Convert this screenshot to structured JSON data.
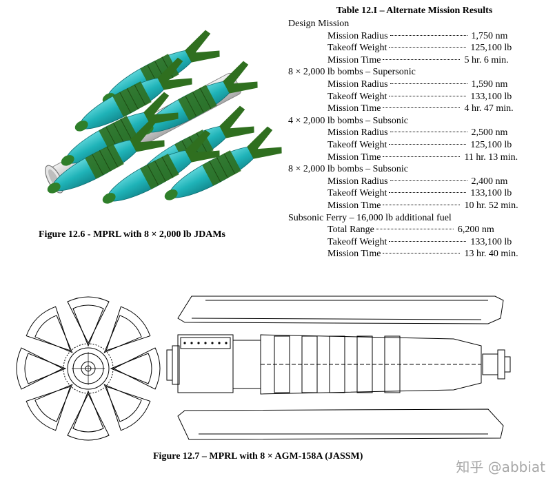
{
  "figure_top": {
    "caption": "Figure 12.6 - MPRL with 8 × 2,000 lb JDAMs",
    "colors": {
      "bomb": "#1fb3b8",
      "fin": "#2f6f1f",
      "tube": "#d9d9d9"
    }
  },
  "table": {
    "title": "Table 12.I – Alternate Mission Results",
    "groups": [
      {
        "name": "Design Mission",
        "rows": [
          {
            "label": "Mission Radius",
            "value": "1,750 nm"
          },
          {
            "label": "Takeoff Weight",
            "value": "125,100 lb"
          },
          {
            "label": "Mission Time",
            "value": "5 hr. 6 min."
          }
        ]
      },
      {
        "name": "8 × 2,000 lb bombs – Supersonic",
        "rows": [
          {
            "label": "Mission Radius",
            "value": "1,590 nm"
          },
          {
            "label": "Takeoff Weight",
            "value": "133,100 lb"
          },
          {
            "label": "Mission Time",
            "value": "4 hr. 47 min."
          }
        ]
      },
      {
        "name": "4 × 2,000 lb bombs – Subsonic",
        "rows": [
          {
            "label": "Mission Radius",
            "value": "2,500 nm"
          },
          {
            "label": "Takeoff Weight",
            "value": "125,100 lb"
          },
          {
            "label": "Mission Time",
            "value": "11 hr. 13 min."
          }
        ]
      },
      {
        "name": "8 × 2,000 lb bombs – Subsonic",
        "rows": [
          {
            "label": "Mission Radius",
            "value": "2,400 nm"
          },
          {
            "label": "Takeoff Weight",
            "value": "133,100 lb"
          },
          {
            "label": "Mission Time",
            "value": "10 hr. 52 min."
          }
        ]
      },
      {
        "name": "Subsonic Ferry – 16,000 lb additional fuel",
        "rows": [
          {
            "label": "Total Range",
            "value": "6,200 nm"
          },
          {
            "label": "Takeoff Weight",
            "value": "133,100 lb"
          },
          {
            "label": "Mission Time",
            "value": "13 hr. 40 min."
          }
        ]
      }
    ]
  },
  "figure_bottom": {
    "caption": "Figure 12.7 – MPRL with 8 × AGM-158A (JASSM)"
  },
  "watermark": "知乎 @abbiat"
}
